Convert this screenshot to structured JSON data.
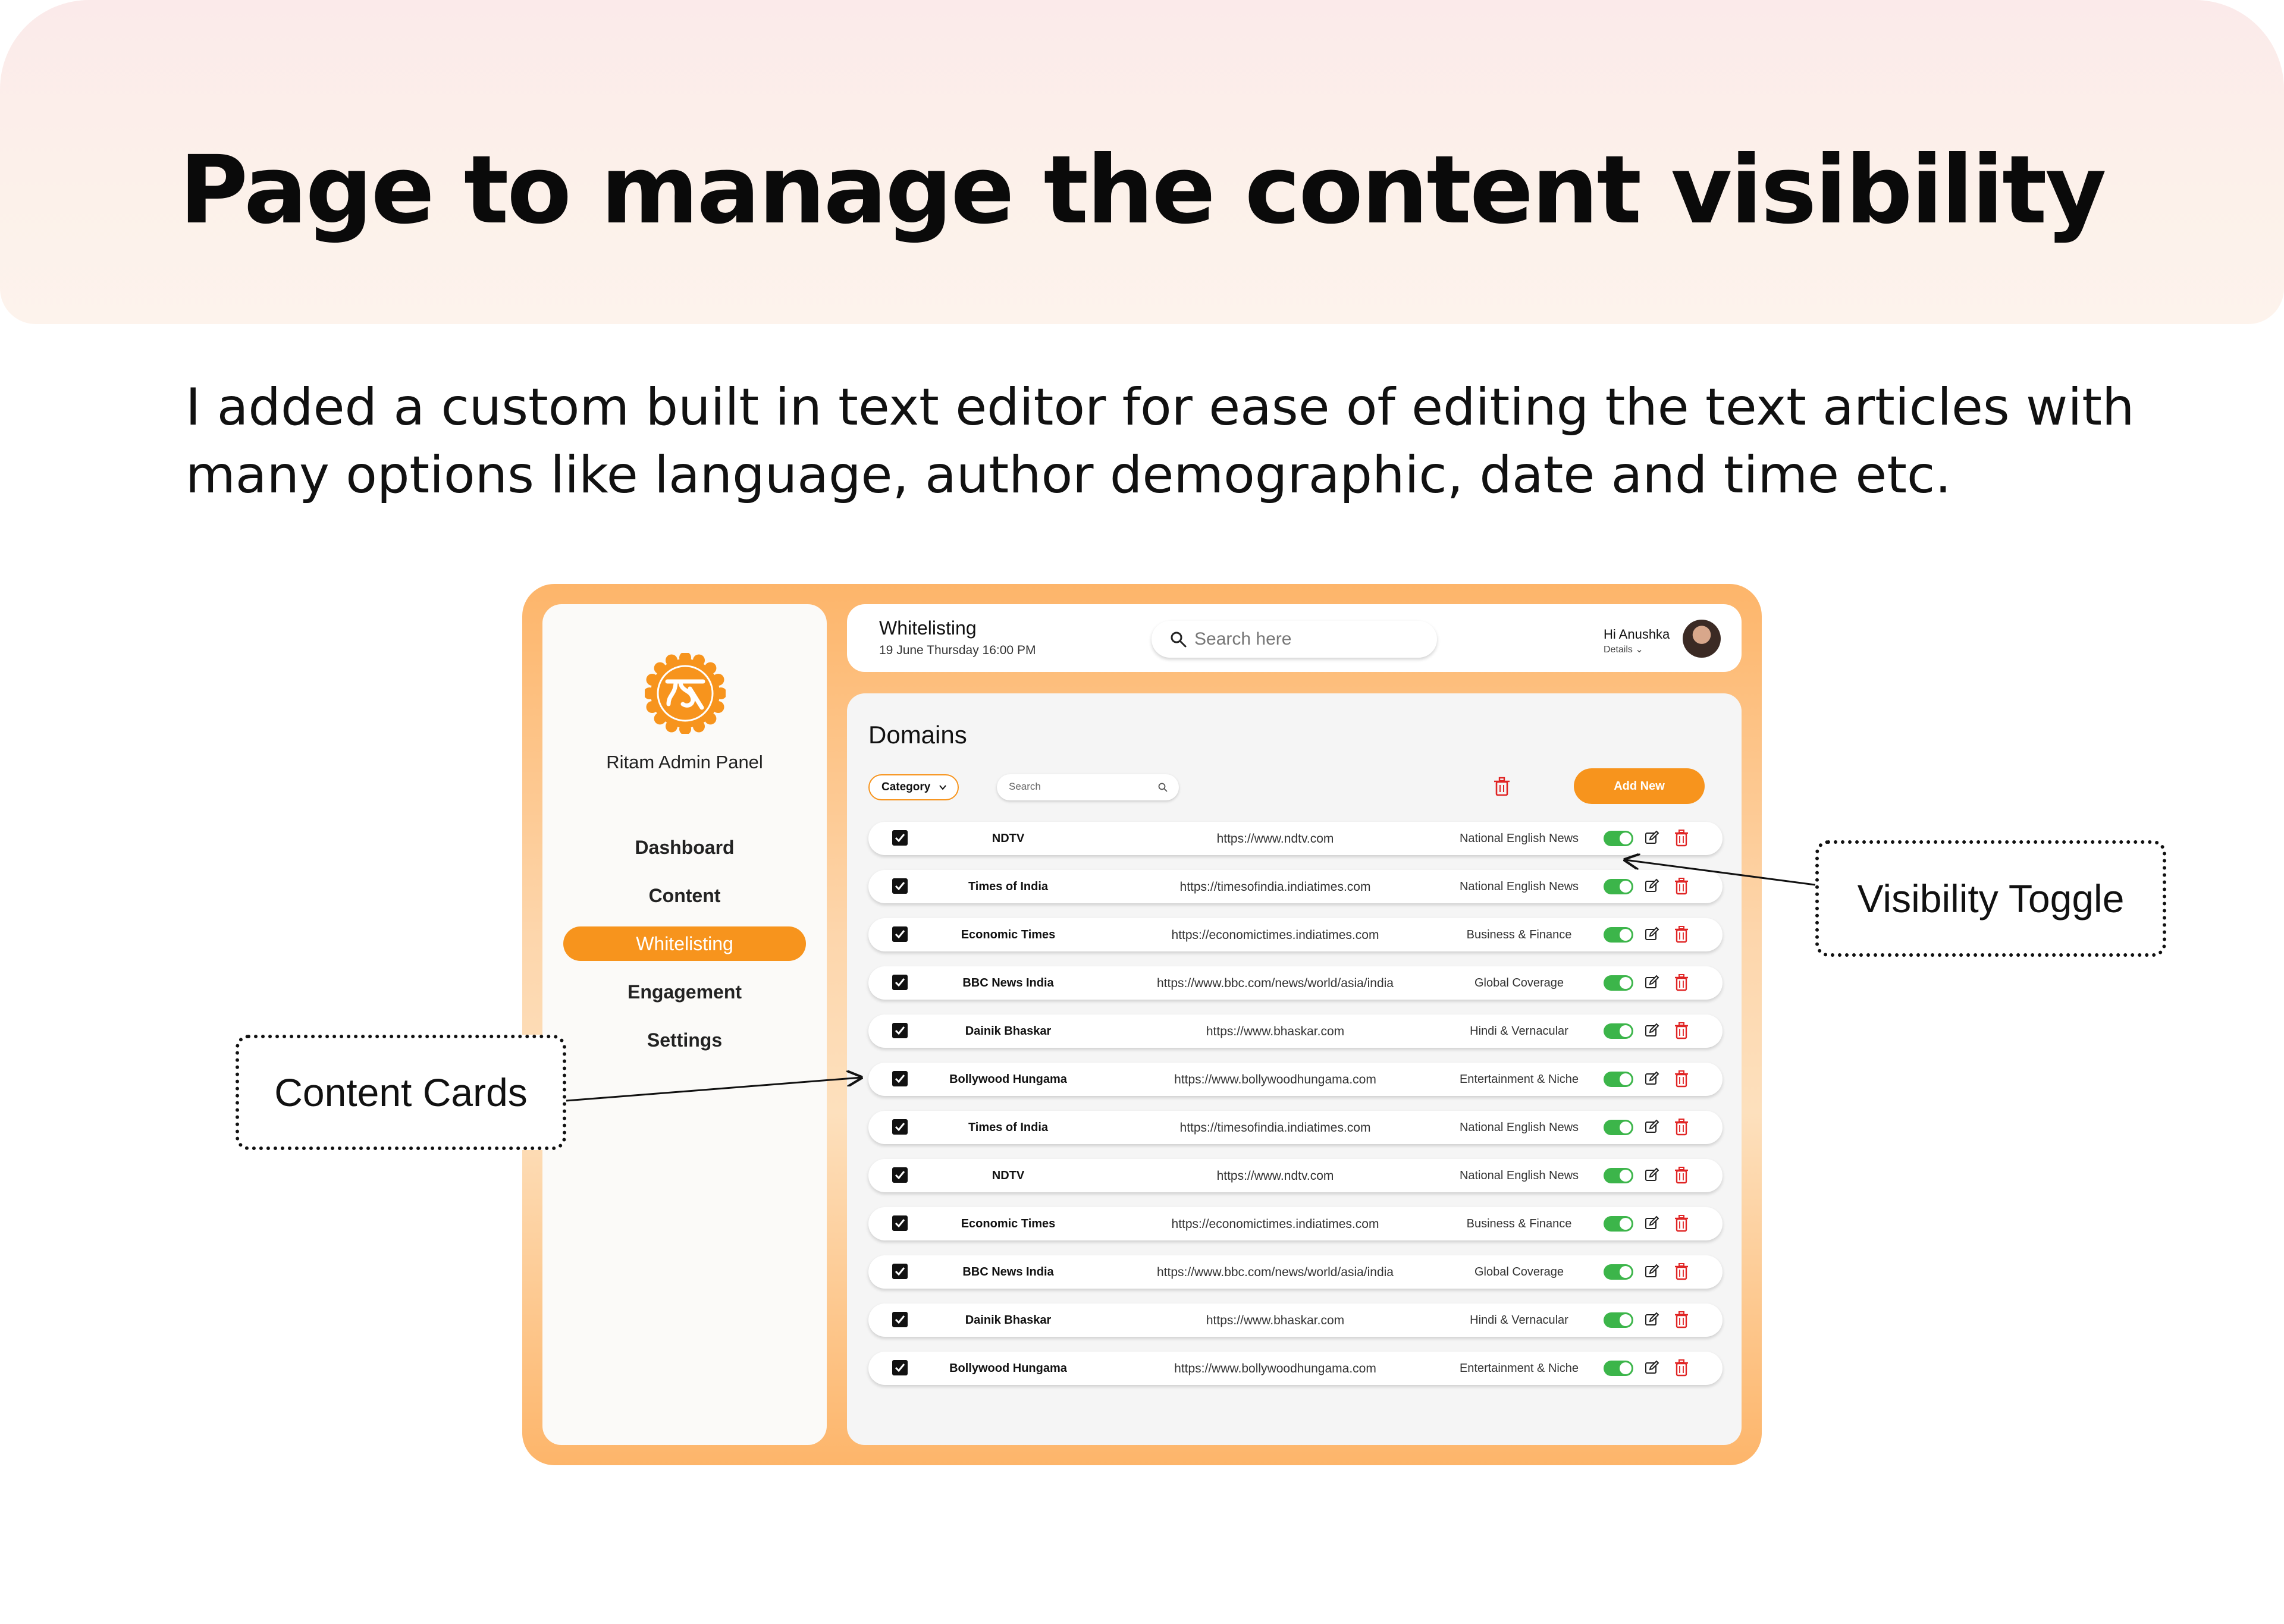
{
  "page": {
    "title": "Page to manage the content visibility",
    "description": "I added a custom built in text editor for ease of editing the text articles with many options like language, author demographic, date and time etc."
  },
  "callouts": {
    "visibility_toggle": "Visibility Toggle",
    "content_cards": "Content Cards"
  },
  "app": {
    "brand": "Ritam Admin Panel",
    "nav": [
      {
        "label": "Dashboard",
        "active": false
      },
      {
        "label": "Content",
        "active": false
      },
      {
        "label": "Whitelisting",
        "active": true
      },
      {
        "label": "Engagement",
        "active": false
      },
      {
        "label": "Settings",
        "active": false
      }
    ],
    "topbar": {
      "title": "Whitelisting",
      "date": "19 June Thursday 16:00 PM",
      "search_placeholder": "Search here",
      "greeting": "Hi Anushka",
      "details": "Details ⌄"
    },
    "main": {
      "title": "Domains",
      "category_label": "Category",
      "search_placeholder": "Search",
      "add_label": "Add New",
      "rows": [
        {
          "name": "NDTV",
          "url": "https://www.ndtv.com",
          "category": "National English News"
        },
        {
          "name": "Times of India",
          "url": "https://timesofindia.indiatimes.com",
          "category": "National English News"
        },
        {
          "name": "Economic Times",
          "url": "https://economictimes.indiatimes.com",
          "category": "Business & Finance"
        },
        {
          "name": "BBC News India",
          "url": "https://www.bbc.com/news/world/asia/india",
          "category": "Global Coverage"
        },
        {
          "name": "Dainik Bhaskar",
          "url": "https://www.bhaskar.com",
          "category": "Hindi & Vernacular"
        },
        {
          "name": "Bollywood Hungama",
          "url": "https://www.bollywoodhungama.com",
          "category": "Entertainment & Niche"
        },
        {
          "name": "Times of India",
          "url": "https://timesofindia.indiatimes.com",
          "category": "National English News"
        },
        {
          "name": "NDTV",
          "url": "https://www.ndtv.com",
          "category": "National English News"
        },
        {
          "name": "Economic Times",
          "url": "https://economictimes.indiatimes.com",
          "category": "Business & Finance"
        },
        {
          "name": "BBC News India",
          "url": "https://www.bbc.com/news/world/asia/india",
          "category": "Global Coverage"
        },
        {
          "name": "Dainik Bhaskar",
          "url": "https://www.bhaskar.com",
          "category": "Hindi & Vernacular"
        },
        {
          "name": "Bollywood Hungama",
          "url": "https://www.bollywoodhungama.com",
          "category": "Entertainment & Niche"
        }
      ]
    }
  },
  "colors": {
    "accent": "#f7941d",
    "toggle_on": "#3cb54a",
    "delete": "#e02424"
  },
  "icons": [
    "logo-icon",
    "search-icon",
    "chevron-down-icon",
    "trash-icon",
    "edit-icon",
    "checkbox-icon",
    "toggle-icon",
    "avatar"
  ]
}
